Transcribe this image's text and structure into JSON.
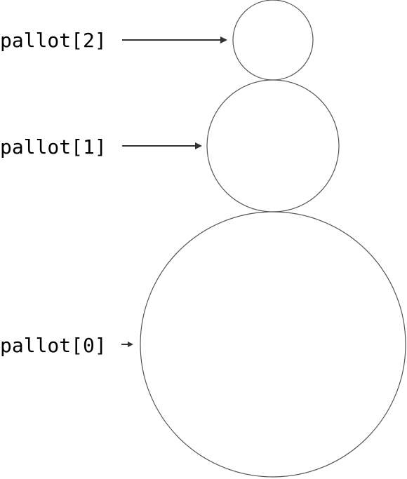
{
  "labels": {
    "pallot_2": "pallot[2]",
    "pallot_1": "pallot[1]",
    "pallot_0": "pallot[0]"
  },
  "colors": {
    "stroke": "#555555",
    "arrow": "#333333",
    "text": "#000000",
    "background": "#ffffff"
  }
}
